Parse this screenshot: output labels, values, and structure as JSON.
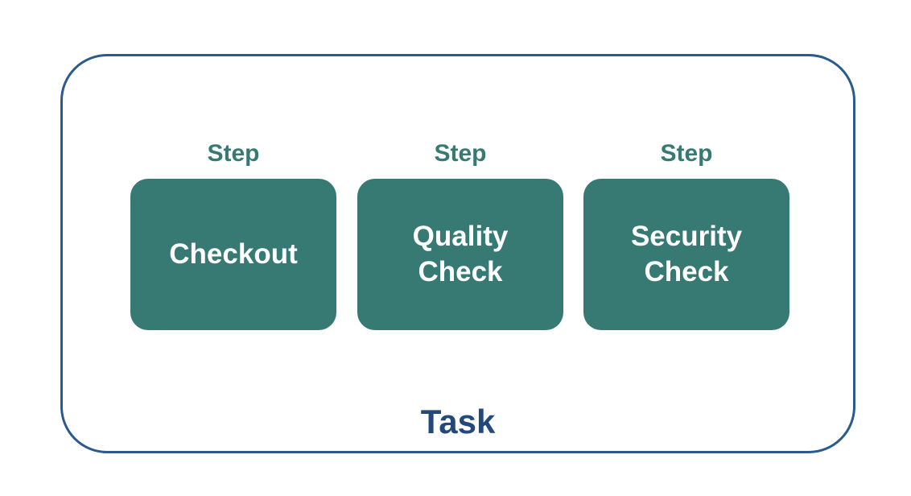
{
  "colors": {
    "task_border": "#2b5a8c",
    "task_label": "#23497a",
    "step_fill": "#367a73",
    "step_text": "#ffffff"
  },
  "task": {
    "label": "Task"
  },
  "steps": [
    {
      "caption": "Step",
      "lines": [
        "Checkout"
      ]
    },
    {
      "caption": "Step",
      "lines": [
        "Quality",
        "Check"
      ]
    },
    {
      "caption": "Step",
      "lines": [
        "Security",
        "Check"
      ]
    }
  ]
}
